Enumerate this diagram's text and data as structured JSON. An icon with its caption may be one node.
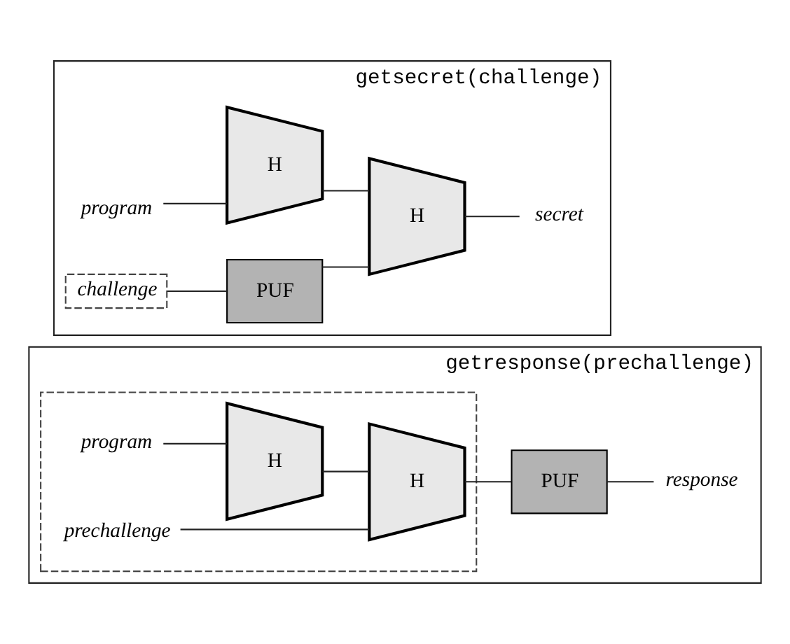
{
  "diagram": {
    "nodes": [
      {
        "text": [
          "getresponse(prechallenge)"
        ]
      },
      {
        "text": [],
        "shape": "box",
        "in": 0
      },
      {
        "text": [
          "program"
        ],
        "in": 1
      },
      {
        "text": [
          "prechallenge"
        ],
        "in": 1
      },
      {
        "text": [
          "H"
        ],
        "in": 1
      },
      {
        "text": [
          "H"
        ],
        "in": 1
      },
      {
        "text": [
          "PUF"
        ],
        "in": 0
      },
      {
        "text": [
          "response"
        ],
        "in": 0
      },
      {
        "text": [
          "getsecret(challenge)"
        ]
      },
      {
        "text": [
          "program"
        ],
        "in": 8
      },
      {
        "text": [
          "challenge"
        ],
        "in": 8
      },
      {
        "text": [
          "H"
        ],
        "in": 8
      },
      {
        "text": [
          "PUF"
        ],
        "in": 8
      },
      {
        "text": [
          "H"
        ],
        "in": 8
      },
      {
        "text": [
          "secret"
        ],
        "in": 8
      }
    ],
    "edges": [
      {
        "from": 2,
        "to": 4,
        "arrow": "none"
      },
      {
        "from": 4,
        "to": 5,
        "arrow": "none"
      },
      {
        "from": 3,
        "to": 5,
        "arrow": "none"
      },
      {
        "from": 5,
        "to": 6,
        "arrow": "none"
      },
      {
        "from": 6,
        "to": 7,
        "arrow": "none"
      },
      {
        "from": 9,
        "to": 11,
        "arrow": "none"
      },
      {
        "from": 10,
        "to": 12,
        "arrow": "none"
      },
      {
        "from": 11,
        "to": 13,
        "arrow": "none"
      },
      {
        "from": 12,
        "to": 13,
        "arrow": "none"
      },
      {
        "from": 13,
        "to": 14,
        "arrow": "none"
      }
    ]
  }
}
